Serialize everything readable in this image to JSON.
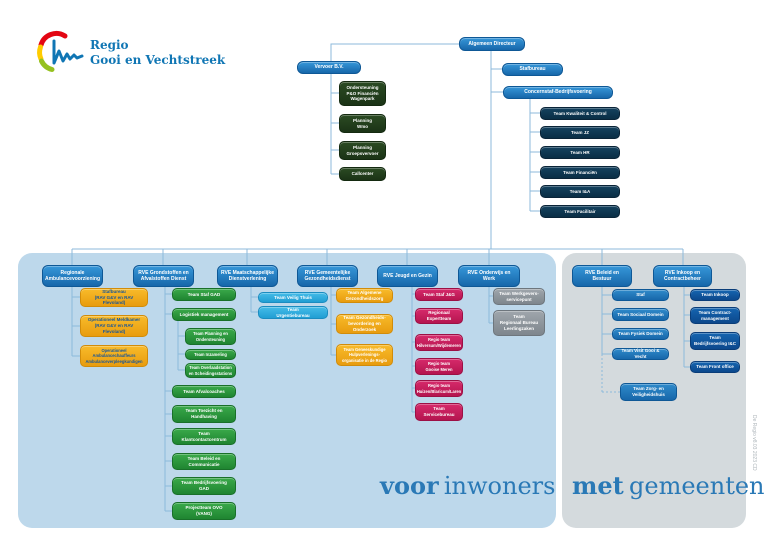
{
  "brand": {
    "line1": "Regio",
    "line2": "Gooi en Vechtstreek"
  },
  "top": {
    "algemeen_directeur": "Algemeen Directeur",
    "vervoer": "Vervoer B.V.",
    "vervoer_children": [
      "Ondersteuning\nP&O Financiën\nWagenpark",
      "Planning\nWmo",
      "Planning\nGroepsvervoer",
      "Callcenter"
    ],
    "stafbureau": "Stafbureau",
    "concernstaf": "Concernstaf-Bedrijfsvoering",
    "concernstaf_teams": [
      "Team Kwaliteit & Control",
      "Team JZ",
      "Team HR",
      "Team Financiën",
      "Team I&A",
      "Team Facilitair"
    ]
  },
  "cols": {
    "amb": {
      "header": "Regionale\nAmbulancevoorziening",
      "items": [
        "Stafbureau\n(RAV G&V en RAV Flevoland)",
        "Operationeel Meldkamer\n(RAV G&V en RAV Flevoland)",
        "Operationeel\nAmbulancechauffeurs\nAmbulanceverpleegkundigen"
      ]
    },
    "gad": {
      "header": "RVE Grondstoffen en\nAfvalstoffen Dienst",
      "staf": "Team Staf GAD",
      "logistiek": "Logistiek management",
      "logistiek_teams": [
        "Team Planning en\nOndersteuning",
        "Team Inzameling",
        "Team Overlaadstation\nen Scheidingsstations"
      ],
      "teams": [
        "Team Afvalcoaches",
        "Team Toezicht en\nHandhaving",
        "Team\nKlantcontactcentrum",
        "Team Beleid en\nCommunicatie",
        "Team Bedrijfsvoering\nGAD",
        "Projectteam OVO\n(VANG)"
      ]
    },
    "md": {
      "header": "RVE Maatschappelijke\nDienstverlening",
      "items": [
        "Team Veilig Thuis",
        "Team\nUrgentiebureau"
      ]
    },
    "ggd": {
      "header": "RVE Gemeentelijke\nGezondheidsdienst",
      "items": [
        "Team Algemene\nGezondheidszorg",
        "Team Gezondheids-\nbevordering en\nOnderzoek",
        "Team Geneeskundige\nHulpverlenings-\norganisatie in de Regio"
      ]
    },
    "jg": {
      "header": "RVE Jeugd en Gezin",
      "items": [
        "Team Staf J&G",
        "Regionaal\nExpertteam",
        "Regio team\nHilversum/Wijdemeren",
        "Regio team\nGooise Meren",
        "Regio team\nHuizen/Blaricum/Laren",
        "Team\nServicebureau"
      ]
    },
    "ow": {
      "header": "RVE Onderwijs en Werk",
      "items": [
        "Team Werkgevers-\nservicepunt",
        "Team\nRegionaal Bureau\nLeerlingzaken"
      ]
    },
    "bb": {
      "header": "RVE Beleid en Bestuur",
      "items": [
        "Staf",
        "Team Sociaal Domein",
        "Team Fysiek Domein",
        "Team Visit Gooi & Vecht"
      ],
      "dashed_item": "Team Zorg- en\nVeiligheidshuis"
    },
    "ic": {
      "header": "RVE Inkoop en\nContractbeheer",
      "items": [
        "Team Inkoop",
        "Team Contract-\nmanagement",
        "Team\nBedrijfsvoering I&C",
        "Team Front office"
      ]
    }
  },
  "footer": {
    "voor": "voor",
    "inwoners": "inwoners",
    "met": "met",
    "gemeenten": "gemeenten"
  },
  "watermark": "De Regio v8.03 2023 CD"
}
